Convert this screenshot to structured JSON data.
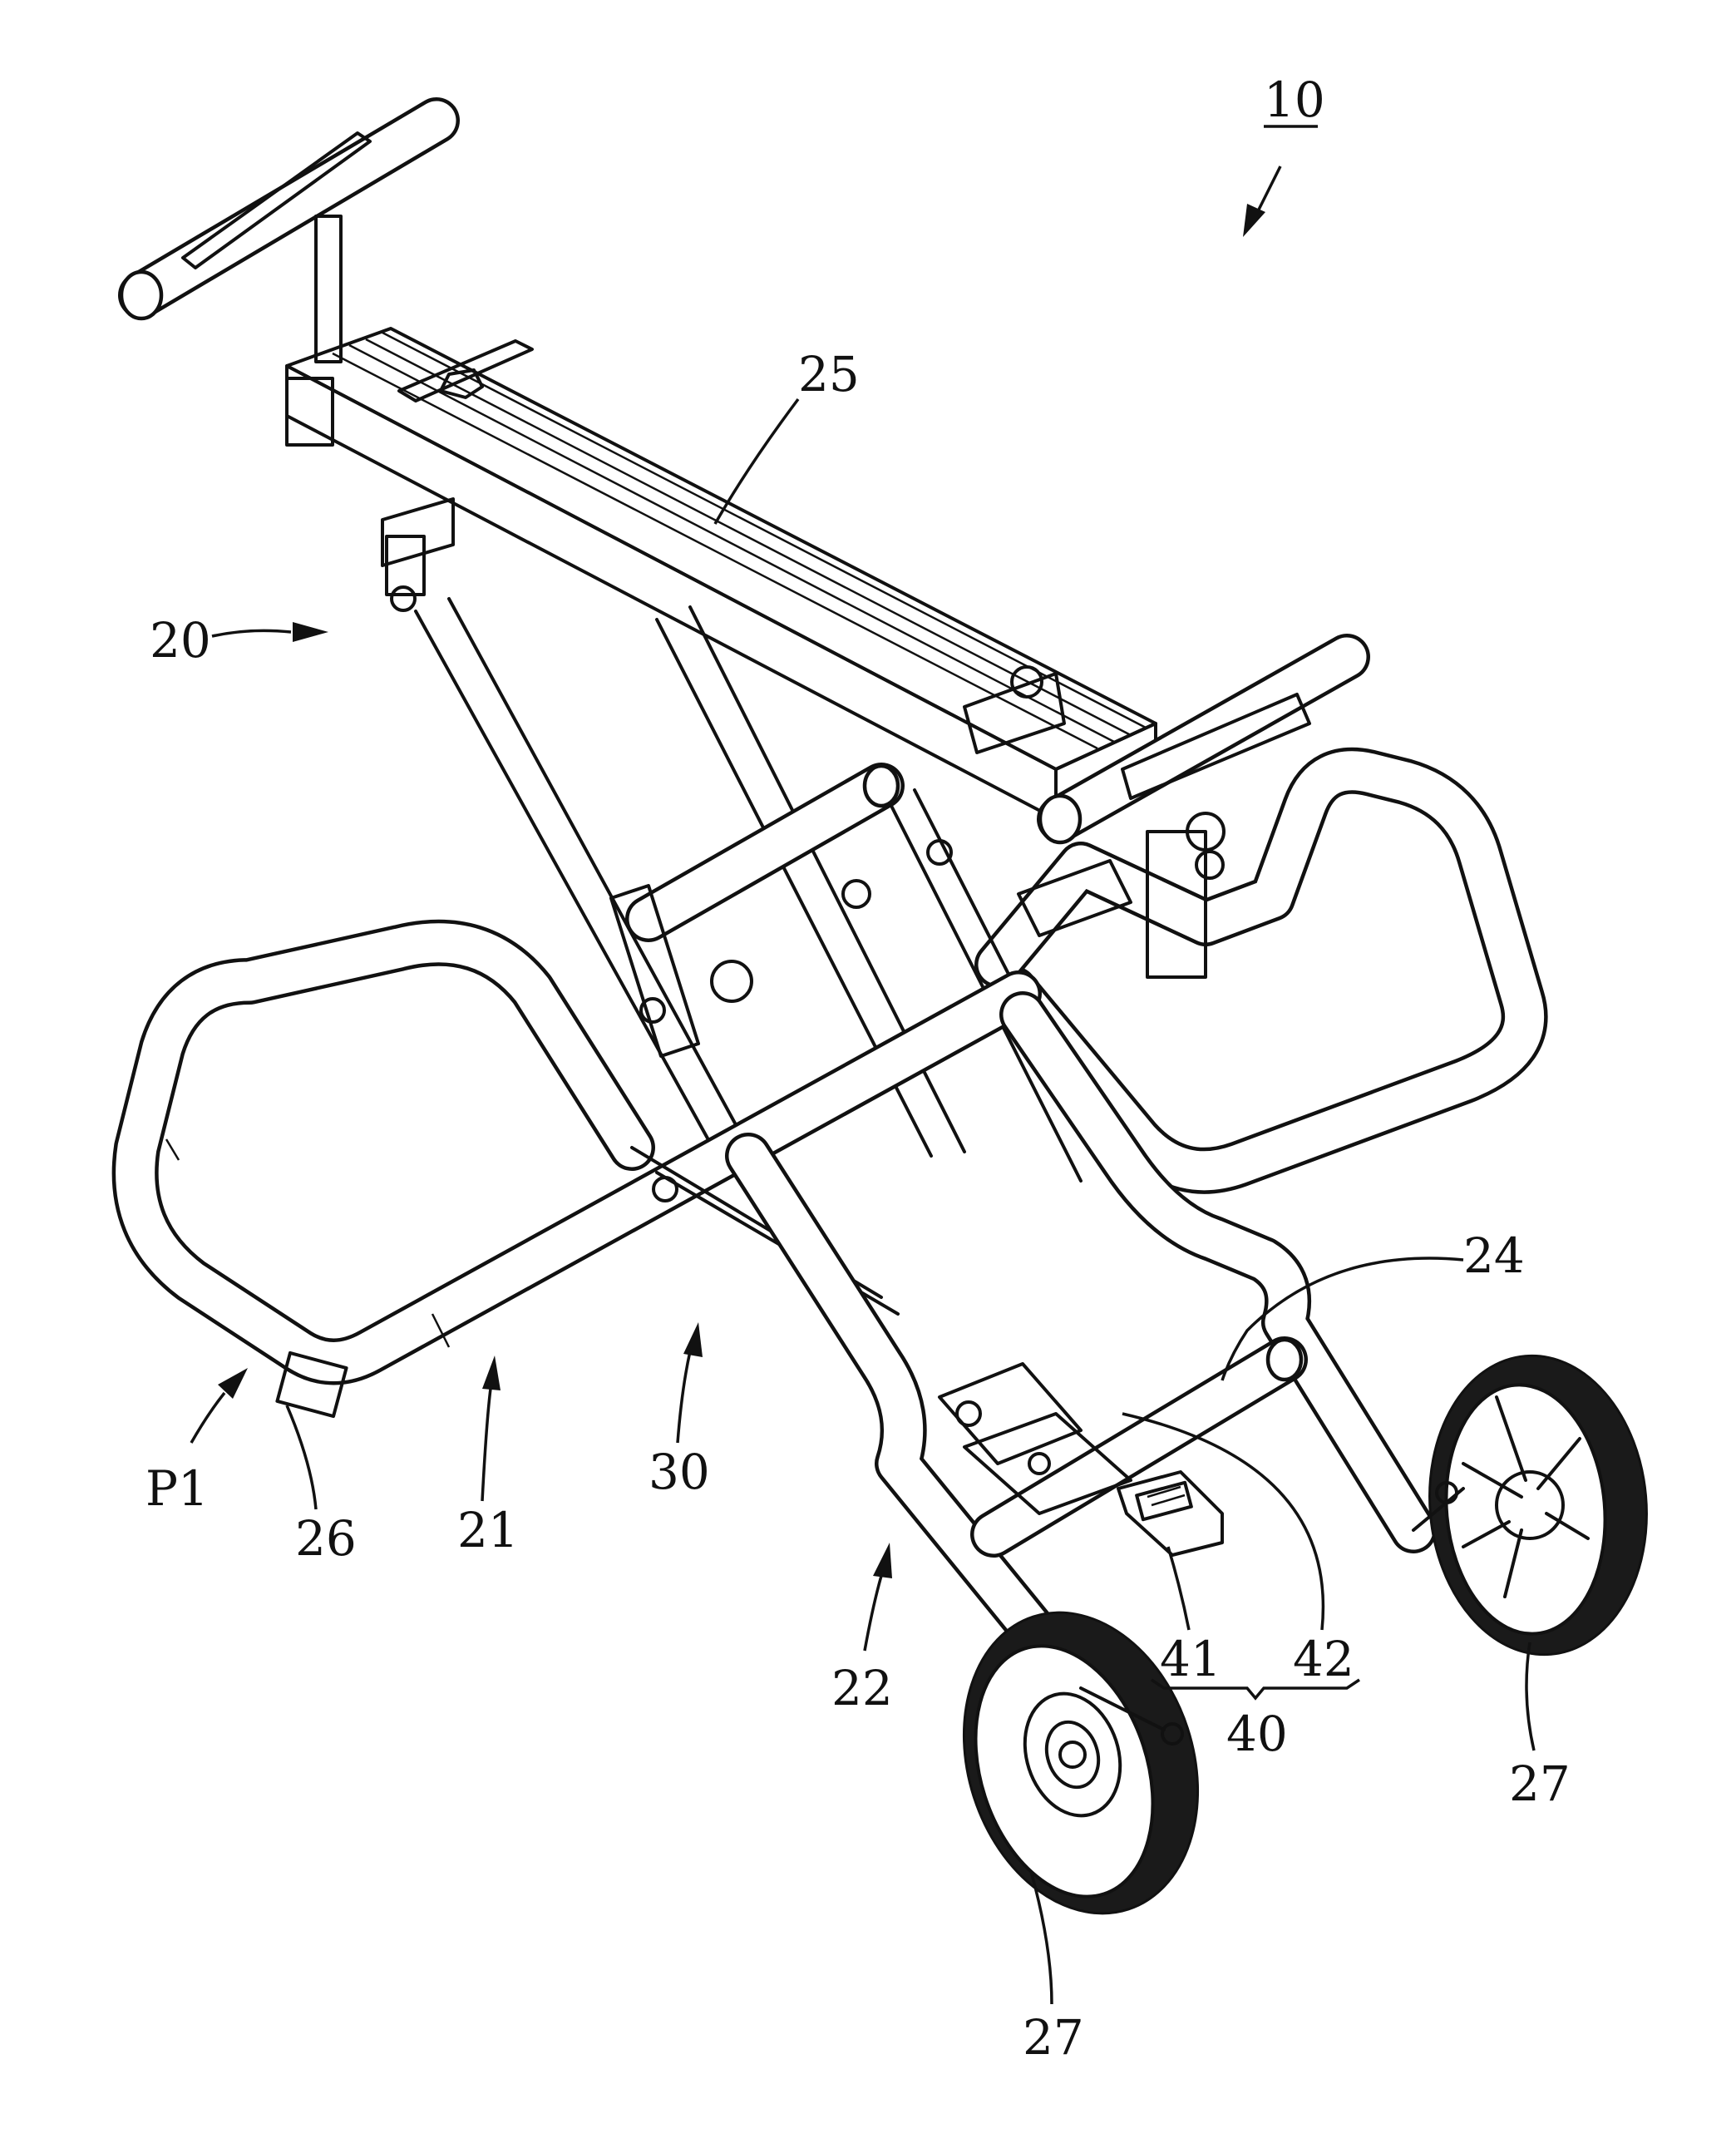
{
  "figure": {
    "labels": {
      "l10": "10",
      "l20": "20",
      "l21": "21",
      "l22": "22",
      "l24": "24",
      "l25": "25",
      "l26": "26",
      "l27a": "27",
      "l27b": "27",
      "l30": "30",
      "l40": "40",
      "l41": "41",
      "l42": "42",
      "lp1": "P1"
    }
  }
}
